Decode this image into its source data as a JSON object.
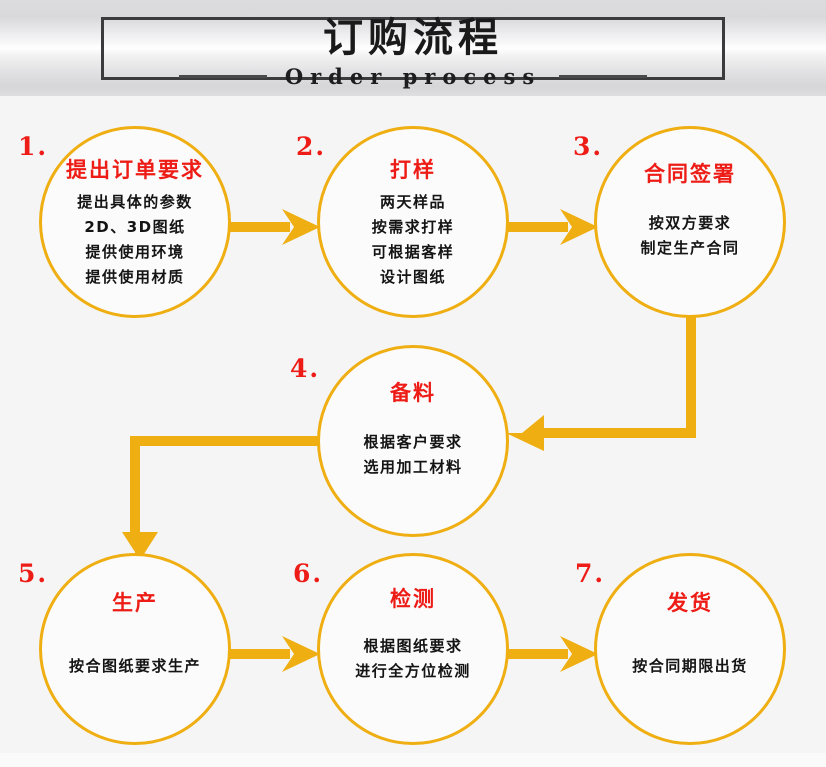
{
  "header": {
    "title": "订购流程",
    "subtitle": "Order process"
  },
  "colors": {
    "accent": "#EFAE12",
    "title_red": "#ED1C16",
    "body_black": "#141414",
    "box_border": "#3b3b3d",
    "background": "#f5f5f5"
  },
  "steps": [
    {
      "index": "1.",
      "title": "提出订单要求",
      "lines": [
        "提出具体的参数",
        "2D、3D图纸",
        "提供使用环境",
        "提供使用材质"
      ]
    },
    {
      "index": "2.",
      "title": "打样",
      "lines": [
        "两天样品",
        "按需求打样",
        "可根据客样",
        "设计图纸"
      ]
    },
    {
      "index": "3.",
      "title": "合同签署",
      "lines": [
        "按双方要求",
        "制定生产合同"
      ]
    },
    {
      "index": "4.",
      "title": "备料",
      "lines": [
        "根据客户要求",
        "选用加工材料"
      ]
    },
    {
      "index": "5.",
      "title": "生产",
      "lines": [
        "按合图纸要求生产"
      ]
    },
    {
      "index": "6.",
      "title": "检测",
      "lines": [
        "根据图纸要求",
        "进行全方位检测"
      ]
    },
    {
      "index": "7.",
      "title": "发货",
      "lines": [
        "按合同期限出货"
      ]
    }
  ],
  "connectors": [
    {
      "name": "arrow-step1-to-step2",
      "direction": "right"
    },
    {
      "name": "arrow-step2-to-step3",
      "direction": "right"
    },
    {
      "name": "arrow-step3-to-step4",
      "direction": "down-then-left"
    },
    {
      "name": "arrow-step4-to-step5",
      "direction": "left-then-down"
    },
    {
      "name": "arrow-step5-to-step6",
      "direction": "right"
    },
    {
      "name": "arrow-step6-to-step7",
      "direction": "right"
    }
  ]
}
